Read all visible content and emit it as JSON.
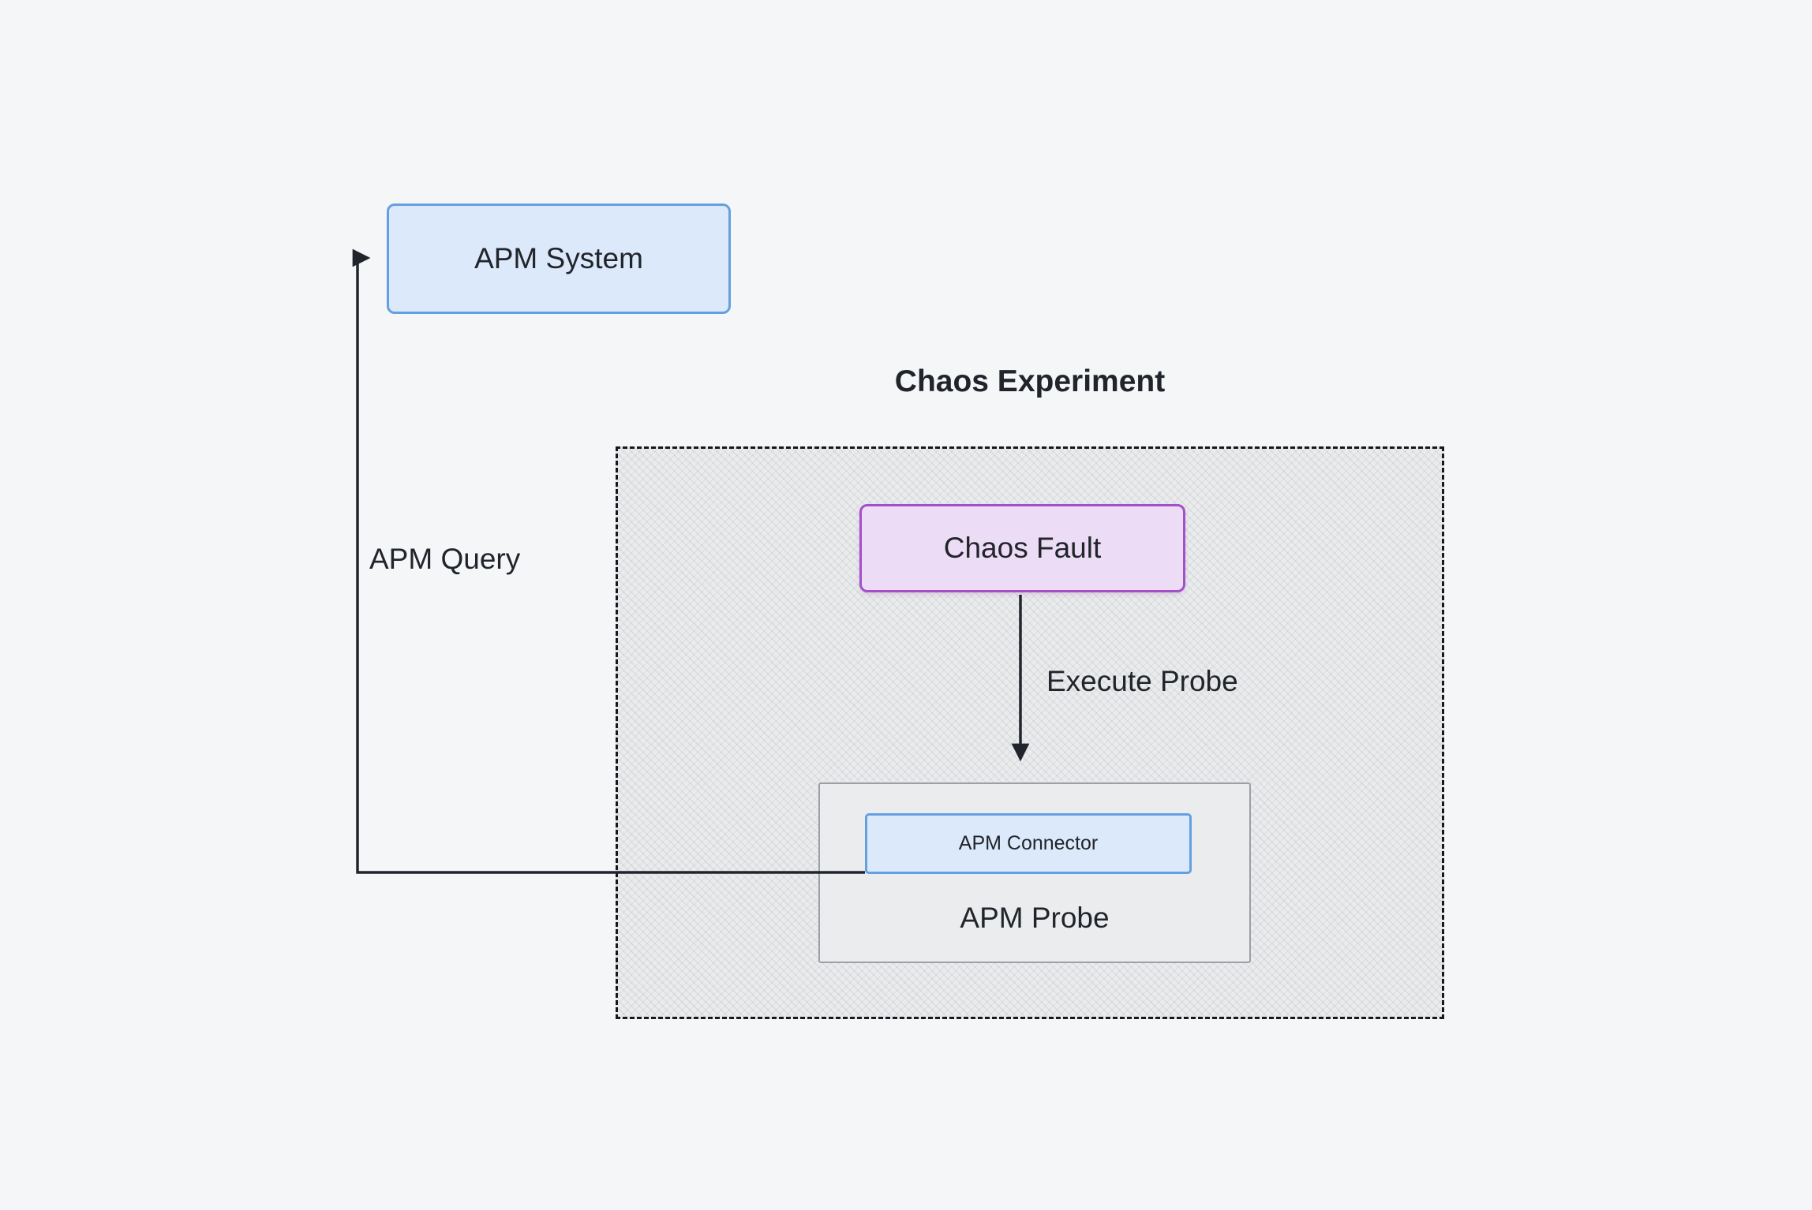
{
  "diagram": {
    "title": "Chaos Experiment",
    "nodes": {
      "apm_system": {
        "label": "APM System"
      },
      "chaos_fault": {
        "label": "Chaos Fault"
      },
      "apm_connector": {
        "label": "APM Connector"
      },
      "apm_probe": {
        "label": "APM Probe"
      }
    },
    "edges": {
      "apm_query": {
        "label": "APM Query"
      },
      "execute_probe": {
        "label": "Execute Probe"
      }
    },
    "colors": {
      "background": "#f4f6f8",
      "blue_fill": "#dce9fb",
      "blue_border": "#64a0e0",
      "purple_fill": "#eddcf6",
      "purple_border": "#a34fc9",
      "gray_fill": "#ebecee",
      "gray_border": "#9aa0a6",
      "container_fill": "#eaebed",
      "line": "#21252b"
    }
  }
}
